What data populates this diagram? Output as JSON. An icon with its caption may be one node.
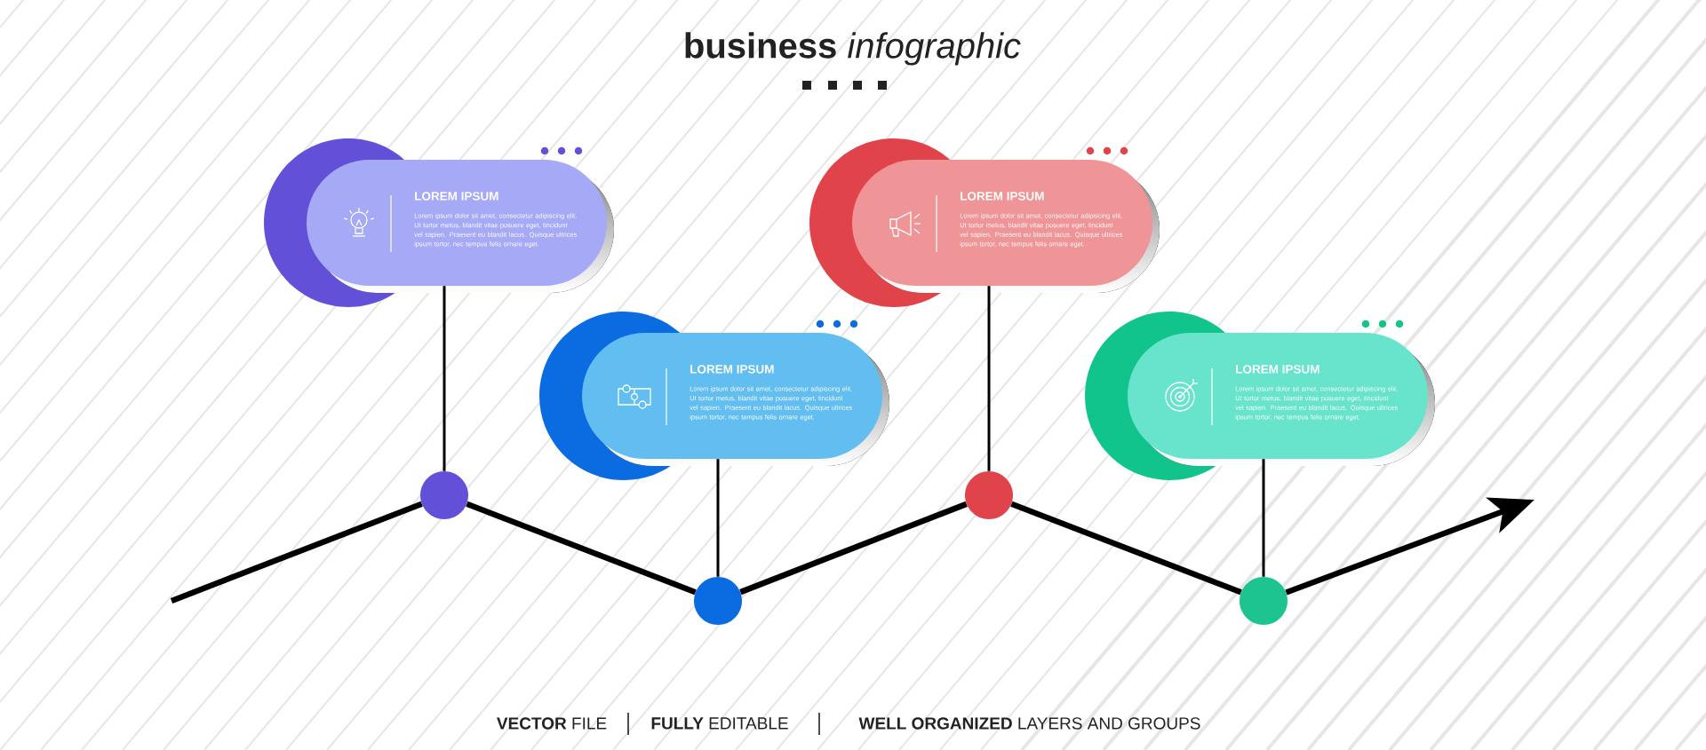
{
  "diagram": {
    "title": "**business** *infographic*",
    "nodes": [
      {
        "text": [
          "LOREM IPSUM",
          "Lorem ipsum dolor sit amet, consectetur adipiscing elit. Ut tortor metus, blandit vitae posuere eget, tincidunt vel sapien. Praesent eu blandit lacus. Quisque ultrices ipsum tortor, nec tempus felis ornare eget."
        ]
      },
      {
        "text": [
          "LOREM IPSUM",
          "Lorem ipsum dolor sit amet, consectetur adipiscing elit. Ut tortor metus, blandit vitae posuere eget, tincidunt vel sapien. Praesent eu blandit lacus. Quisque ultrices ipsum tortor, nec tempus felis ornare eget."
        ]
      },
      {
        "text": [
          "LOREM IPSUM",
          "Lorem ipsum dolor sit amet, consectetur adipiscing elit. Ut tortor metus, blandit vitae posuere eget, tincidunt vel sapien. Praesent eu blandit lacus. Quisque ultrices ipsum tortor, nec tempus felis ornare eget."
        ]
      },
      {
        "text": [
          "LOREM IPSUM",
          "Lorem ipsum dolor sit amet, consectetur adipiscing elit. Ut tortor metus, blandit vitae posuere eget, tincidunt vel sapien. Praesent eu blandit lacus. Quisque ultrices ipsum tortor, nec tempus felis ornare eget."
        ]
      },
      {
        "text": [],
        "shape": "circle"
      },
      {
        "text": [],
        "shape": "circle"
      },
      {
        "text": [],
        "shape": "circle"
      },
      {
        "text": [],
        "shape": "circle"
      }
    ],
    "edges": [
      {
        "from": null,
        "to": 4,
        "arrow": "none"
      },
      {
        "from": 4,
        "to": 5,
        "arrow": "none"
      },
      {
        "from": 5,
        "to": 6,
        "arrow": "none"
      },
      {
        "from": 6,
        "to": 7,
        "arrow": "none"
      },
      {
        "from": 7,
        "to": null,
        "arrow": "to"
      },
      {
        "from": 0,
        "to": 4,
        "arrow": "none"
      },
      {
        "from": 1,
        "to": 5,
        "arrow": "none"
      },
      {
        "from": 2,
        "to": 6,
        "arrow": "none"
      },
      {
        "from": 3,
        "to": 7,
        "arrow": "none"
      }
    ],
    "labels": [
      "**VECTOR** FILE",
      "**FULLY** EDITABLE",
      "**WELL ORGANIZED** LAYERS AND GROUPS"
    ]
  }
}
